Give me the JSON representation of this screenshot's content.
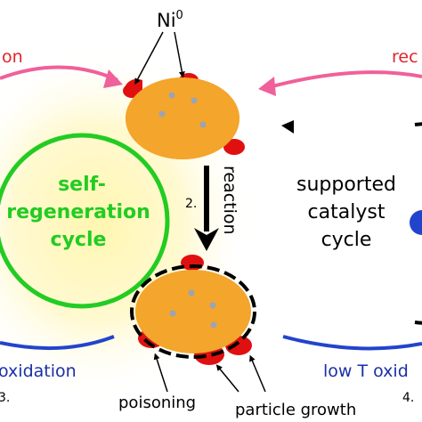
{
  "labels": {
    "ni0_main": "Ni",
    "ni0_sup": "0",
    "reduction_left": "on",
    "reduction_right": "rec",
    "reaction": "reaction",
    "step2": "2.",
    "self_line1": "self-",
    "self_line2": "regeneration",
    "self_line3": "cycle",
    "supported_line1": "supported",
    "supported_line2": "catalyst",
    "supported_line3": "cycle",
    "oxidation_left": "oxidation",
    "oxidation_right": "low T oxid",
    "step3": "3.",
    "step4": "4.",
    "poisoning": "poisoning",
    "particle_growth": "particle growth"
  },
  "colors": {
    "self_cycle": "#22cc22",
    "supported_cycle": "#000000",
    "reduction_arrow": "#f0609a",
    "oxidation_arc": "#2244cc",
    "reduction_text": "#e0242c",
    "oxidation_text": "#1a2fa8",
    "particle_fill": "#f4a52c",
    "nickel": "#e01010",
    "glow": "#fff4a8",
    "dot": "#9aa4b4"
  }
}
